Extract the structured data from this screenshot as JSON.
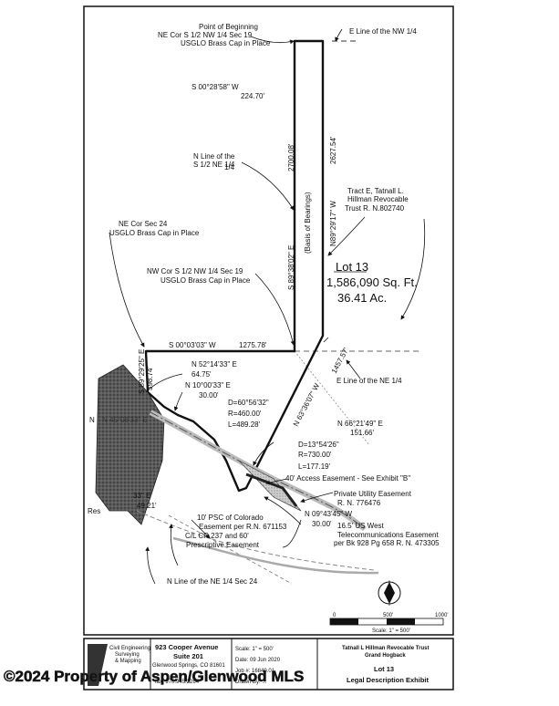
{
  "labels": {
    "pob_1": "Point of Beginning",
    "pob_2": "NE Cor S 1/2  NW 1/4  Sec 19",
    "pob_3": "USGLO Brass Cap in Place",
    "e_line_nw": "E Line of the NW 1/4",
    "s_bearing_1": "S 00°28'58\" W",
    "s_bearing_1_dist": "224.70'",
    "n_line_1": "N Line of the",
    "n_line_2": "S 1/2 NE 1/4",
    "basis_brg": "S 89°38'02\" E",
    "basis_dist": "2700.08'",
    "basis_text": "(Basis of Bearings)",
    "east_brg": "N89°29'17\" W",
    "east_dist": "2627.54'",
    "tract_1": "Tract E, Tatnall L.",
    "tract_2": "Hillman Revocable",
    "tract_3": "Trust    R. N.802740",
    "ne_cor_1": "NE Cor  Sec 24",
    "ne_cor_2": "USGLO Brass Cap in Place",
    "nw_cor_1": "NW Cor S 1/2  NW 1/4  Sec 19",
    "nw_cor_2": "USGLO Brass Cap in Place",
    "lot": "Lot 13",
    "area_sqft": "1,586,090 Sq. Ft.",
    "area_ac": "36.41 Ac.",
    "s_bearing_2": "S 00°03'03\" W",
    "s_bearing_2_dist": "1275.78'",
    "diag_brg": "N 63°36'07\" W",
    "diag_dist": "1457.57'",
    "left_brg": "S 89°29'25\" E",
    "left_dist": "398.74'",
    "e_line_ne": "E Line of the NE 1/4",
    "call_1": "N 52°14'33\" E",
    "call_1_dist": "64.75'",
    "call_2": "N 10°00'33\" E",
    "call_2_dist": "30.00'",
    "curve_1_d": "D=60°56'32\"",
    "curve_1_r": "R=460.00'",
    "curve_1_l": "L=489.28'",
    "call_3": "N 66°21'49\" E",
    "call_3_dist": "151.66'",
    "curve_2_d": "D=13°54'26\"",
    "curve_2_r": "R=730.00'",
    "curve_2_l": "L=177.19'",
    "access": "40' Access Easement - See Exhibit \"B\"",
    "util_1": "Private Utility Easement",
    "util_2": "R. N. 776476",
    "call_4": "N 09°43'45\" W",
    "call_4_dist": "30.00'",
    "psc_1": "10' PSC of Colorado",
    "psc_2": "Easement per R.N. 671153",
    "telecom_1": "16.5' US West",
    "telecom_2": "Telecommunications Easement",
    "telecom_3": "per Bk 928 Pg 658   R. N. 473305",
    "cr_1": "C/L CR 237 and 60'",
    "cr_2": "Prescriptive Easement",
    "nline_ne": "N Line of the NE 1/4 Sec 24",
    "left_n": "N",
    "left_e1": "33\" E",
    "left_e2": "49.21'",
    "left_res": "Res",
    "left_cut": "N 45°08'33\" E"
  },
  "scale_bar": {
    "ticks": [
      "0",
      "500'",
      "1000'"
    ],
    "caption": "Scale: 1\" = 500'"
  },
  "title_block": {
    "firm_lines": [
      "Civil Engineering",
      "Surveying",
      "& Mapping"
    ],
    "address_1": "923 Cooper Avenue",
    "address_2": "Suite 201",
    "address_3": "Glenwood Springs, CO 81601",
    "fax": "fax: 970.945.2264",
    "scale": "Scale:    1\" = 500'",
    "date": "Date:     09 Jun 2020",
    "job": "Job #:    16840.01",
    "drawn": "Drawn By: ...",
    "owner": "Tatnall L Hillman Revocable Trust",
    "place": "Grand Hogback",
    "lot": "Lot 13",
    "exhibit": "Legal Description Exhibit"
  },
  "watermark": "©2024 Property of Aspen/Glenwood MLS",
  "colors": {
    "ink": "#111111",
    "hatch": "#4a4a4a",
    "easement_gray": "#9a9a9a"
  }
}
